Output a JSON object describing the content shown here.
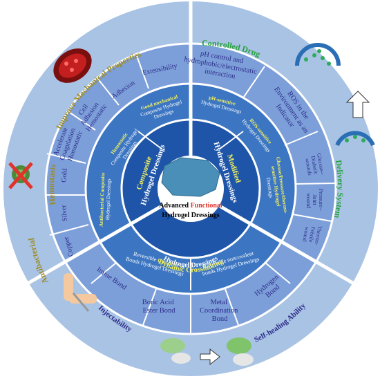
{
  "center": {
    "line1_prefix": "Advanced ",
    "line1_highlight": "Functional",
    "line2": "Hydrogel Dressings"
  },
  "outer": {
    "top_left": "Improve Mechanical Properties",
    "top_right": "Controlled Drug",
    "right": "Delivery System",
    "bottom_right": "Self-healing Ability",
    "bottom_left": "Injectability",
    "left_upper": "Hemostasis",
    "left_lower": "Antibacterial"
  },
  "inner_ring": {
    "composite": [
      "Composite",
      "Hydrogel Dressings"
    ],
    "modified": [
      "Modified",
      "Hydrogel Dressings"
    ],
    "dynamic": [
      "Dynamic Crosslinking",
      "Hydrogel Dressings"
    ]
  },
  "middle_ring": {
    "good_mechanical": [
      "Good mechanical",
      "Composite Hydrogel",
      "Dressings"
    ],
    "hemostatic": [
      "Hemostatic",
      "Composite Hydrogel",
      "Dressings"
    ],
    "antibacterial": [
      "Antibacterial Composite",
      "Hydrogel Dressings"
    ],
    "ph_sensitive": [
      "pH-sensitive",
      "Hydrogel Dressings"
    ],
    "ros_sensitive": [
      "ROS-sensitive",
      "Hydrogel Dressings"
    ],
    "glucose_sensitive": [
      "Glucose/Pressure/thermo-",
      "sensitive Hydrogel",
      "Dressings"
    ],
    "reversible_covalent": [
      "Reversible ",
      "Covalent",
      "Bonds Hydrogel Dressings"
    ],
    "reversible_noncovalent": [
      "Reversible noncovalent",
      "bonds Hydrogel Dressings"
    ]
  },
  "outer_ring": {
    "extensibility": "Extensibility",
    "adhesion": "Adhesion",
    "cell_adhesion": [
      "Cell",
      "Adhesion",
      "Hemostatic"
    ],
    "accelerate": [
      "Accelerate",
      "Coagulation",
      "Hemostatic"
    ],
    "gold": "Gold",
    "silver": "Silver",
    "copper": "Copper",
    "ph_control": [
      "pH control and",
      "hydrophobic/electrostatic",
      "interaction"
    ],
    "ros_env": [
      "ROS in the",
      "Environment as an",
      "Indicator"
    ],
    "glucose_diabetic": [
      "Glucose--",
      "Diabetic",
      "wounds"
    ],
    "pressure_joint": [
      "Pressure--",
      "Joint",
      "wound"
    ],
    "thermo_febrile": [
      "Thermo-",
      "Febrile",
      "wound"
    ],
    "hydrogen_bond": [
      "Hydrogen",
      "Bond"
    ],
    "metal_coordination": [
      "Metal",
      "Coordination",
      "Bond"
    ],
    "boric_acid": [
      "Boric Acid",
      "Ester Bond"
    ],
    "imine_bond": [
      "Imine Bond"
    ]
  },
  "colors": {
    "outer_ring": "#a9c3e4",
    "ring3": "#7d9fd9",
    "ring2": "#3c76c2",
    "ring1": "#1e55a8",
    "center": "#ffffff",
    "olive_text": "#9c8b25",
    "green_text": "#26a23d",
    "yellow_text": "#f3f05e",
    "dark_blue_text": "#2c2c8a",
    "red_text": "#e0332b"
  },
  "icons": [
    "blood-cell-icon",
    "bacteria-crossed-icon",
    "micelle-icon",
    "arrow-icon",
    "syringe-arm-icon",
    "capsule-icon"
  ]
}
